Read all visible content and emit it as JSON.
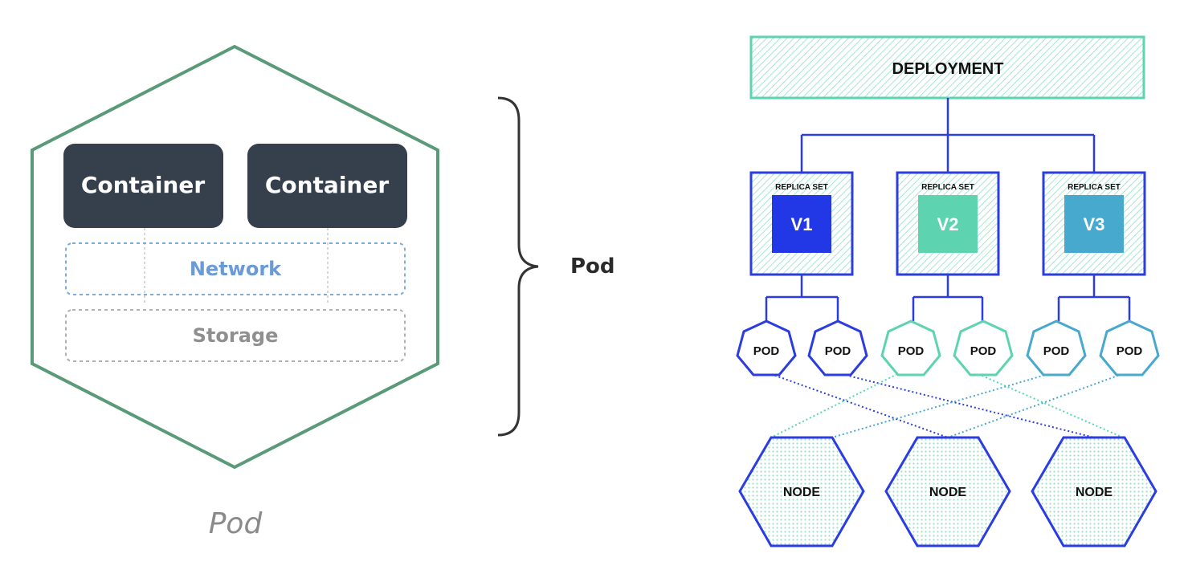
{
  "left": {
    "containers": [
      "Container",
      "Container"
    ],
    "network_label": "Network",
    "storage_label": "Storage",
    "caption": "Pod",
    "brace_label": "Pod",
    "colors": {
      "hexagon": "#5a9a78",
      "container": "#363f4c",
      "network": "#6a9bd6",
      "storage": "#a5a5a5"
    }
  },
  "right": {
    "deployment_label": "DEPLOYMENT",
    "replica_sets": [
      {
        "caption": "REPLICA SET",
        "version": "V1",
        "color": "#2238e6"
      },
      {
        "caption": "REPLICA SET",
        "version": "V2",
        "color": "#5ed3b0"
      },
      {
        "caption": "REPLICA SET",
        "version": "V3",
        "color": "#48a9ce"
      }
    ],
    "pods": [
      "POD",
      "POD",
      "POD",
      "POD",
      "POD",
      "POD"
    ],
    "nodes": [
      "NODE",
      "NODE",
      "NODE"
    ],
    "colors": {
      "blue": "#2b3de0",
      "green": "#5ed3b0",
      "teal": "#48a9ce",
      "hatch": "#b9ecd9"
    }
  }
}
